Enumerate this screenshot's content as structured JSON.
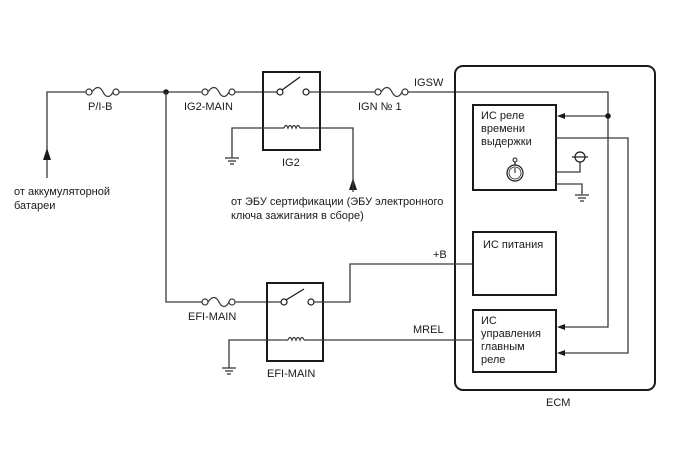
{
  "diagram": {
    "type": "wiring-schematic",
    "sources": {
      "battery": [
        "от аккумуляторной",
        "батареи"
      ],
      "certification_ecu": [
        "от ЭБУ сертификации (ЭБУ электронного",
        "ключа зажигания в сборе)"
      ]
    },
    "fuses": {
      "pib": "P/I-B",
      "ig2_main": "IG2-MAIN",
      "ign1": "IGN № 1",
      "efi_main": "EFI-MAIN"
    },
    "relays": {
      "ig2": "IG2",
      "efi_main": "EFI-MAIN"
    },
    "signals": {
      "igsw": "IGSW",
      "plus_b": "+B",
      "mrel": "MREL"
    },
    "ecm": {
      "label": "ECM",
      "timer_ic": [
        "ИС реле",
        "времени",
        "выдержки"
      ],
      "power_ic": "ИС питания",
      "main_relay_ic": [
        "ИС",
        "управления",
        "главным",
        "реле"
      ]
    }
  }
}
